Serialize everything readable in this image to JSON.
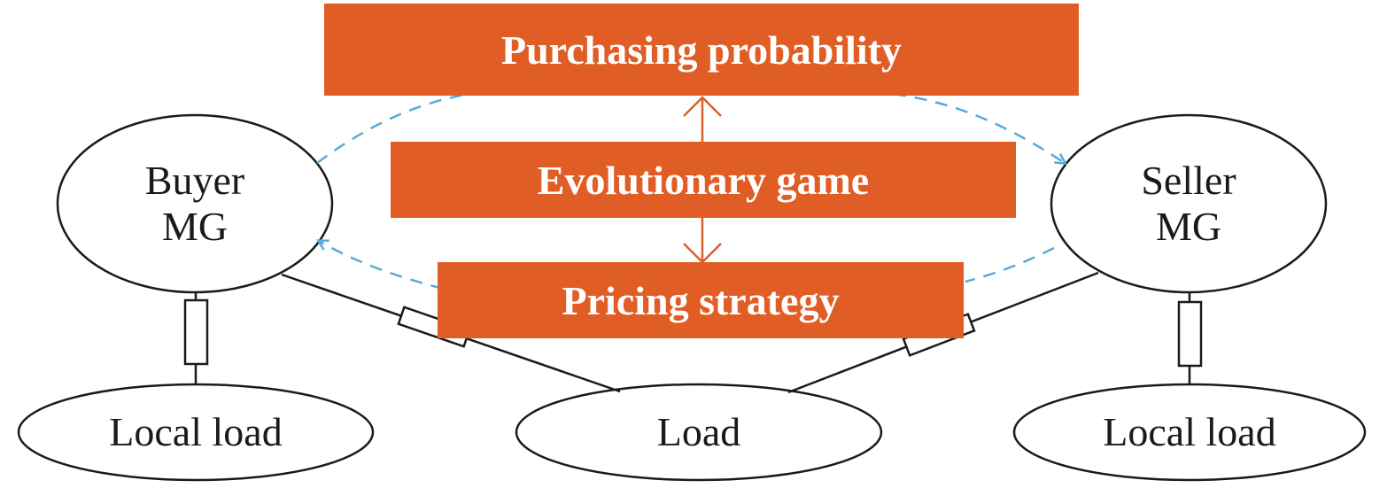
{
  "colors": {
    "box_fill": "#e05e25",
    "box_text": "#ffffff",
    "dashed_arrow": "#5aa9d8",
    "solid_arrow": "#d9602a",
    "line": "#1a1a1a"
  },
  "boxes": {
    "purchasing": "Purchasing probability",
    "evolutionary": "Evolutionary game",
    "pricing": "Pricing strategy"
  },
  "nodes": {
    "buyer": {
      "line1": "Buyer",
      "line2": "MG"
    },
    "seller": {
      "line1": "Seller",
      "line2": "MG"
    },
    "local_load_left": "Local load",
    "load": "Load",
    "local_load_right": "Local load"
  }
}
